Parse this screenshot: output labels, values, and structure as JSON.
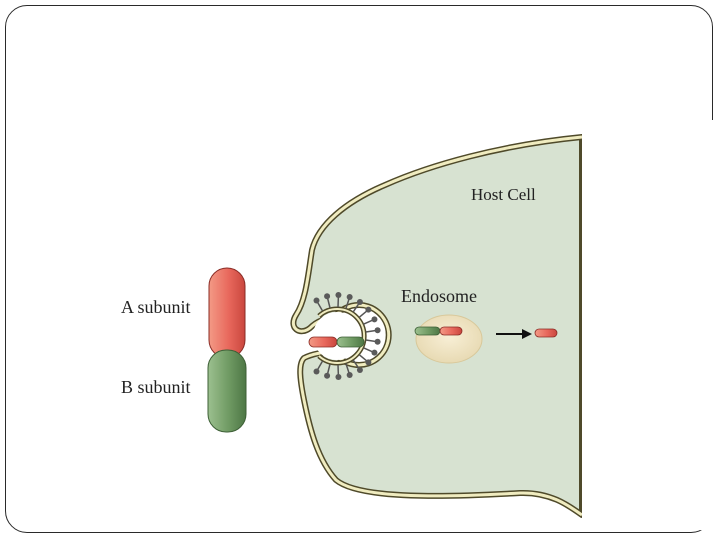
{
  "labels": {
    "host_cell": "Host Cell",
    "endosome": "Endosome",
    "a_subunit": "A subunit",
    "b_subunit": "B subunit"
  },
  "colors": {
    "cell_fill": "#d7e2d1",
    "membrane_outer": "#4f4a2a",
    "membrane_fill": "#f0ecc0",
    "a_subunit": "#e0665c",
    "b_subunit": "#6e9a62",
    "endosome_fill": "#efe3c4",
    "arrow": "#111111"
  }
}
